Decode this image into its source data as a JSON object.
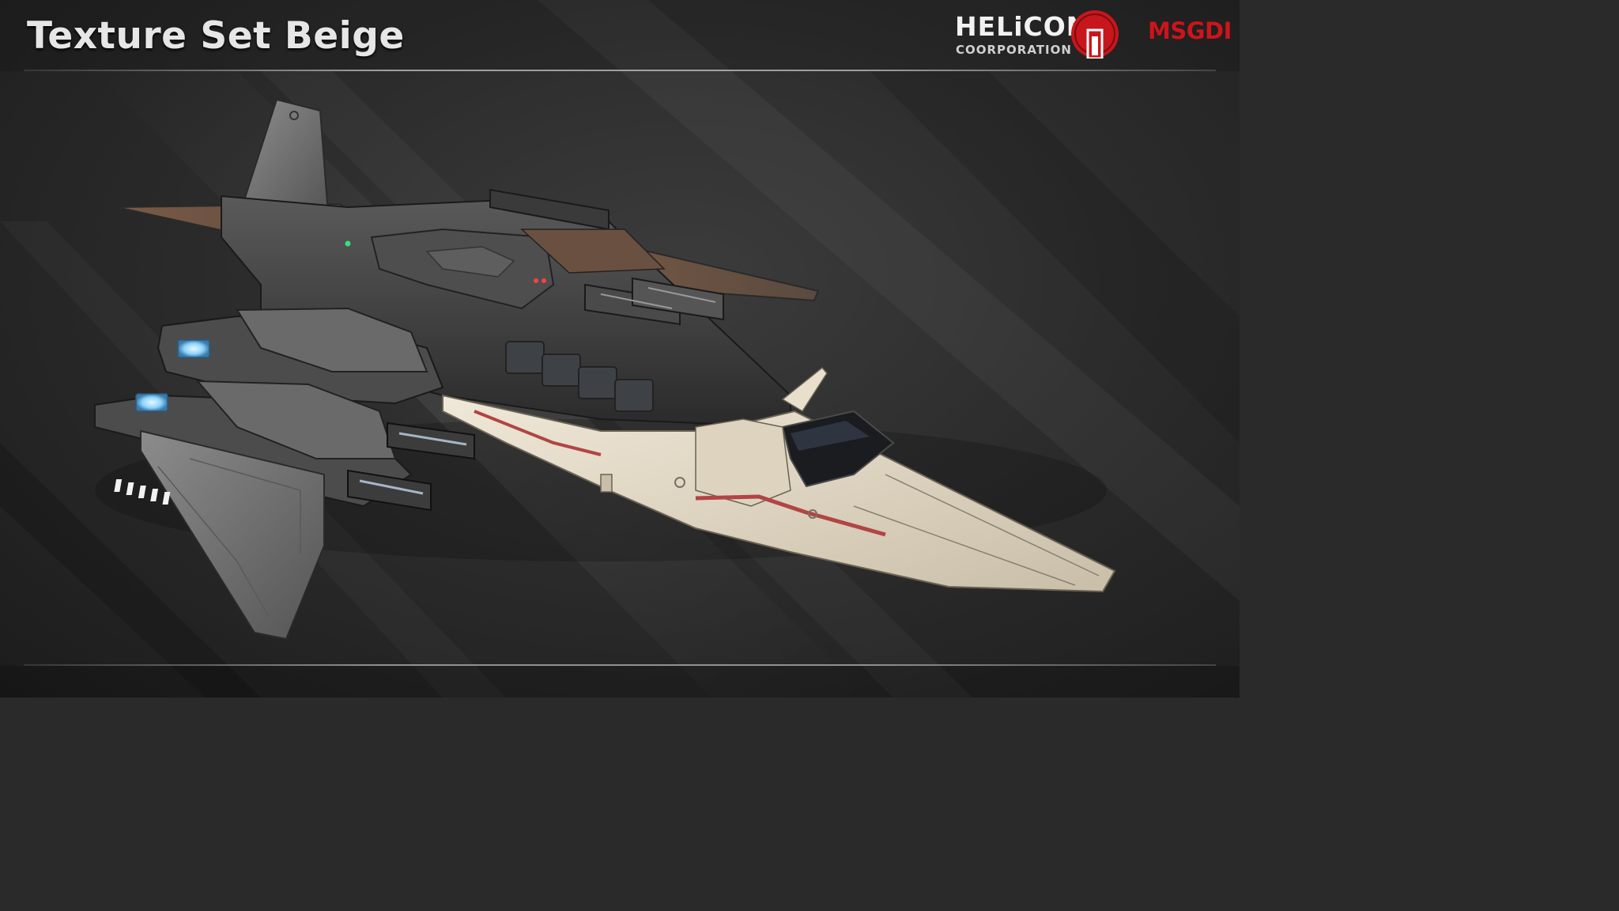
{
  "title": "Texture Set Beige",
  "logos": {
    "helicon_name": "HELiCON",
    "helicon_sub": "COORPORATION",
    "msgdi": "MSGDI"
  },
  "colors": {
    "background": "#2a2a2a",
    "title_text": "#e6e6e6",
    "brand_red": "#c8161d",
    "hull_dark": "#3a3a3a",
    "hull_beige": "#e4dccb",
    "engine_glow": "#8fd4ff"
  },
  "image": {
    "subject": "spaceship-render"
  }
}
